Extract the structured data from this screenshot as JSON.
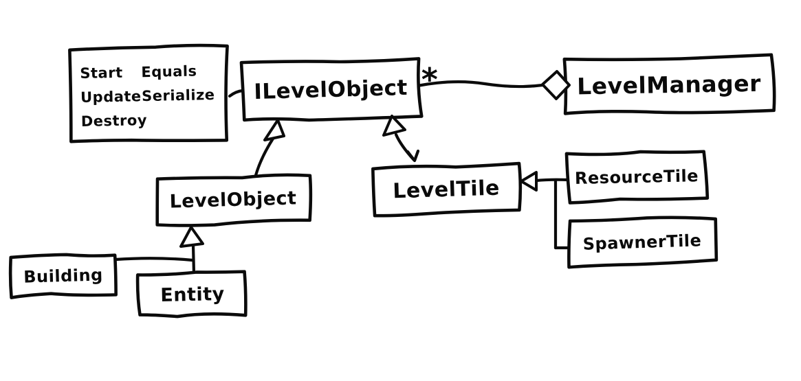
{
  "diagram": {
    "type": "uml-class-diagram",
    "style": "hand-drawn",
    "colors": {
      "ink": "#0b0b0b",
      "background": "#ffffff"
    },
    "classes": {
      "ilevelobject": "ILevelObject",
      "levelmanager": "LevelManager",
      "levelobject": "LevelObject",
      "leveltile": "LevelTile",
      "resourcetile": "ResourceTile",
      "spawnertile": "SpawnerTile",
      "building": "Building",
      "entity": "Entity"
    },
    "methods_note": {
      "column1": [
        "Start",
        "Update",
        "Destroy"
      ],
      "column2": [
        "Equals",
        "Serialize"
      ]
    },
    "aggregation": {
      "multiplicity": "*"
    },
    "relationships": [
      {
        "from": "ILevelObject",
        "to": "LevelManager",
        "type": "aggregation",
        "multiplicity": "*"
      },
      {
        "from": "LevelObject",
        "to": "ILevelObject",
        "type": "realization"
      },
      {
        "from": "LevelTile",
        "to": "ILevelObject",
        "type": "realization"
      },
      {
        "from": "Building",
        "to": "LevelObject",
        "type": "inheritance"
      },
      {
        "from": "Entity",
        "to": "LevelObject",
        "type": "inheritance"
      },
      {
        "from": "ResourceTile",
        "to": "LevelTile",
        "type": "inheritance"
      },
      {
        "from": "SpawnerTile",
        "to": "LevelTile",
        "type": "inheritance"
      },
      {
        "from": "methods-note",
        "to": "ILevelObject",
        "type": "note-attachment"
      }
    ]
  }
}
